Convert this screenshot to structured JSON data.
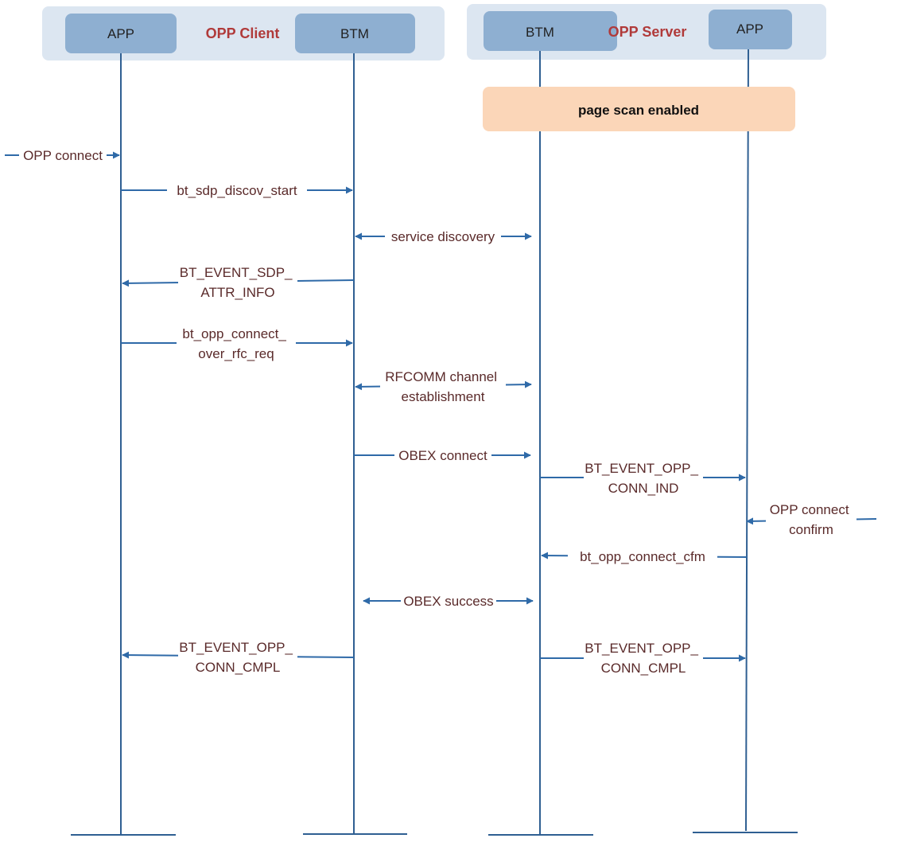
{
  "colors": {
    "group_bg": "#dce6f1",
    "actor_fill": "#8eafd1",
    "lifeline": "#2f5f92",
    "arrow": "#2f6aa8",
    "note_fill": "#fbd6b8",
    "title": "#b03a3a",
    "label": "#5a2a2a"
  },
  "groups": [
    {
      "title": "OPP Client",
      "actors": [
        "APP",
        "BTM"
      ]
    },
    {
      "title": "OPP Server",
      "actors": [
        "BTM",
        "APP"
      ]
    }
  ],
  "note": "page scan enabled",
  "messages": [
    {
      "id": "opp-connect",
      "from": "external-left",
      "to": "client_app",
      "lines": [
        "OPP connect"
      ]
    },
    {
      "id": "bt-sdp-discov-start",
      "from": "client_app",
      "to": "client_btm",
      "lines": [
        "bt_sdp_discov_start"
      ]
    },
    {
      "id": "service-discovery",
      "from": "client_btm",
      "to": "server_btm",
      "bidirectional": true,
      "lines": [
        "service discovery"
      ]
    },
    {
      "id": "bt-event-sdp-attr-info",
      "from": "client_btm",
      "to": "client_app",
      "lines": [
        "BT_EVENT_SDP_",
        "ATTR_INFO"
      ]
    },
    {
      "id": "bt-opp-connect-over-rfc-req",
      "from": "client_app",
      "to": "client_btm",
      "lines": [
        "bt_opp_connect_",
        "over_rfc_req"
      ]
    },
    {
      "id": "rfcomm-channel-establishment",
      "from": "client_btm",
      "to": "server_btm",
      "bidirectional": true,
      "lines": [
        "RFCOMM channel",
        "establishment"
      ]
    },
    {
      "id": "obex-connect",
      "from": "client_btm",
      "to": "server_btm",
      "lines": [
        "OBEX connect"
      ]
    },
    {
      "id": "bt-event-opp-conn-ind",
      "from": "server_btm",
      "to": "server_app",
      "lines": [
        "BT_EVENT_OPP_",
        "CONN_IND"
      ]
    },
    {
      "id": "opp-connect-confirm",
      "from": "external-right",
      "to": "server_app",
      "lines": [
        "OPP connect",
        "confirm"
      ]
    },
    {
      "id": "bt-opp-connect-cfm",
      "from": "server_app",
      "to": "server_btm",
      "lines": [
        "bt_opp_connect_cfm"
      ]
    },
    {
      "id": "obex-success",
      "from": "client_btm",
      "to": "server_btm",
      "bidirectional": true,
      "lines": [
        "OBEX success"
      ]
    },
    {
      "id": "bt-event-opp-conn-cmpl-client",
      "from": "client_btm",
      "to": "client_app",
      "lines": [
        "BT_EVENT_OPP_",
        "CONN_CMPL"
      ]
    },
    {
      "id": "bt-event-opp-conn-cmpl-server",
      "from": "server_btm",
      "to": "server_app",
      "lines": [
        "BT_EVENT_OPP_",
        "CONN_CMPL"
      ]
    }
  ]
}
